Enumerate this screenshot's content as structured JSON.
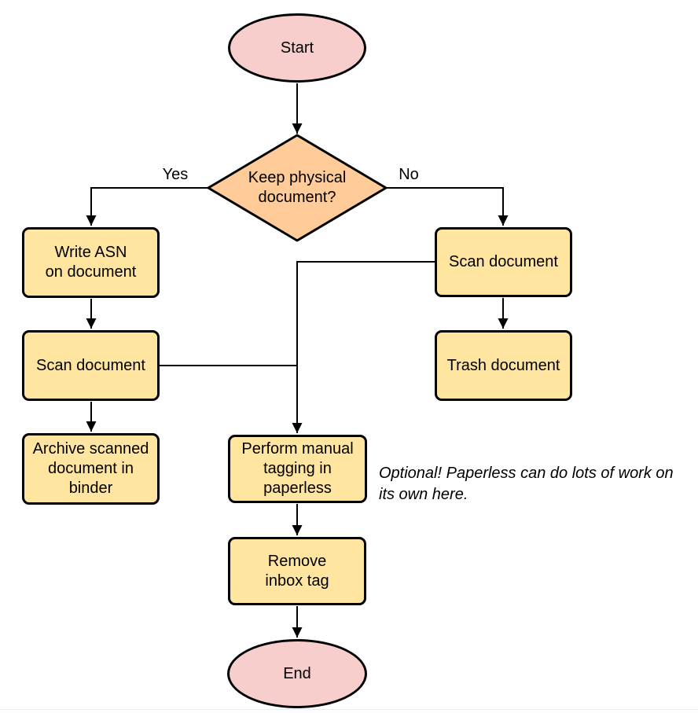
{
  "colors": {
    "background": "#ffffff",
    "terminal_fill": "#f8cecc",
    "decision_fill": "#ffcc99",
    "process_fill": "#ffe5a0",
    "shape_stroke": "#000000",
    "edge_stroke": "#000000",
    "text": "#000000"
  },
  "nodes": {
    "start": {
      "type": "terminal",
      "lines": [
        "Start"
      ]
    },
    "decision": {
      "type": "decision",
      "lines": [
        "Keep physical",
        "document?"
      ]
    },
    "write_asn": {
      "type": "process",
      "lines": [
        "Write ASN",
        "on document"
      ]
    },
    "scan_left": {
      "type": "process",
      "lines": [
        "Scan document"
      ]
    },
    "archive": {
      "type": "process",
      "lines": [
        "Archive scanned",
        "document in",
        "binder"
      ]
    },
    "scan_right": {
      "type": "process",
      "lines": [
        "Scan document"
      ]
    },
    "trash": {
      "type": "process",
      "lines": [
        "Trash document"
      ]
    },
    "perform_tagging": {
      "type": "process",
      "lines": [
        "Perform manual",
        "tagging in",
        "paperless"
      ]
    },
    "remove_inbox": {
      "type": "process",
      "lines": [
        "Remove",
        "inbox tag"
      ]
    },
    "end": {
      "type": "terminal",
      "lines": [
        "End"
      ]
    }
  },
  "edge_labels": {
    "yes": "Yes",
    "no": "No"
  },
  "note": {
    "lines": [
      "Optional! Paperless can do lots of work on",
      "its own here."
    ]
  }
}
